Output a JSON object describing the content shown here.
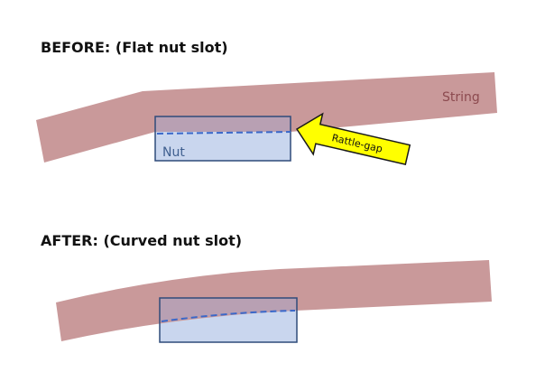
{
  "before": {
    "heading": "BEFORE: (Flat nut slot)",
    "string_label": "String",
    "nut_label": "Nut",
    "callout_label": "Rattle-gap"
  },
  "after": {
    "heading": "AFTER: (Curved nut slot)"
  },
  "colors": {
    "string_fill": "#c9999a",
    "string_label": "#8c4a4f",
    "nut_fill": "#c9d6ee",
    "nut_overlap": "#b8a0b3",
    "nut_border": "#2f4b7a",
    "dashed_line": "#3a68c9",
    "callout_fill": "#ffff00",
    "callout_border": "#1a1a1a",
    "nut_label": "#3f5f8f"
  }
}
